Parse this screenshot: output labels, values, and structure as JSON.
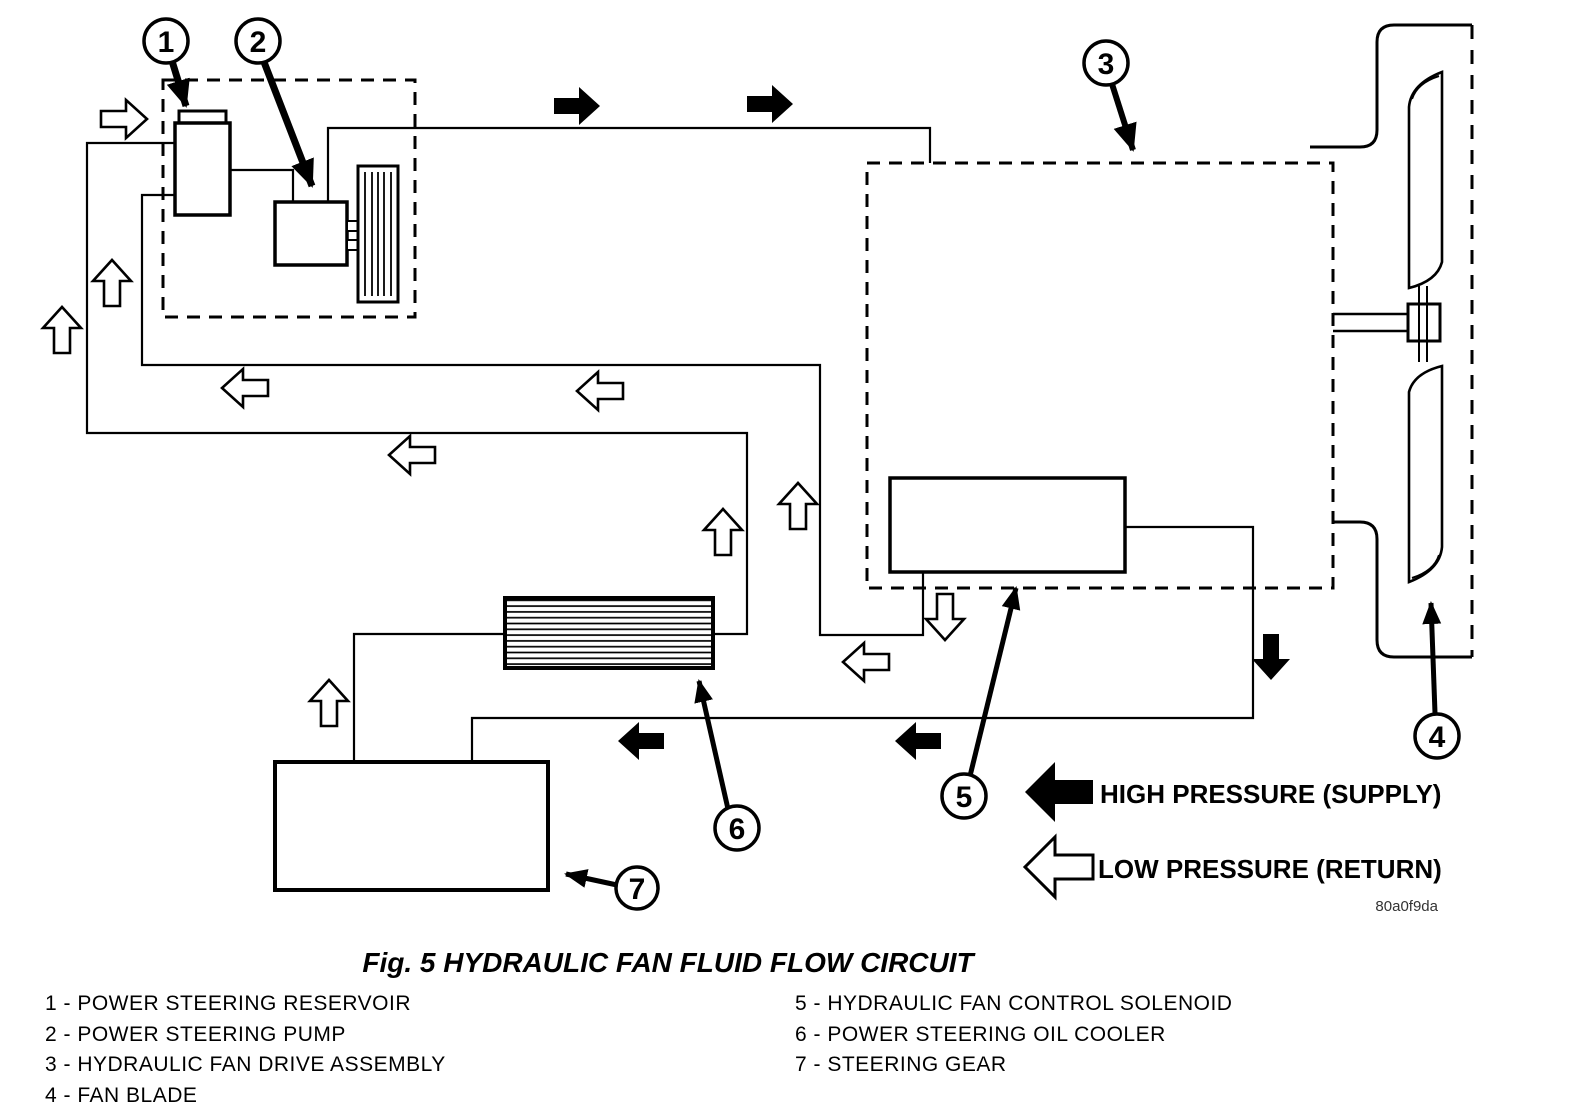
{
  "figure": {
    "title": "Fig. 5 HYDRAULIC FAN FLUID FLOW CIRCUIT",
    "drawing_code": "80a0f9da"
  },
  "flow_legend": {
    "high_pressure": "HIGH PRESSURE (SUPPLY)",
    "low_pressure": "LOW PRESSURE (RETURN)"
  },
  "callouts": [
    "1",
    "2",
    "3",
    "4",
    "5",
    "6",
    "7"
  ],
  "legend": {
    "left": [
      "1 - POWER STEERING RESERVOIR",
      "2 - POWER STEERING PUMP",
      "3 - HYDRAULIC FAN DRIVE ASSEMBLY",
      "4 - FAN BLADE"
    ],
    "right": [
      "5 - HYDRAULIC FAN CONTROL SOLENOID",
      "6 - POWER STEERING OIL COOLER",
      "7 - STEERING GEAR"
    ]
  },
  "components": {
    "reservoir": "POWER STEERING RESERVOIR",
    "pump": "POWER STEERING PUMP",
    "fan_drive_assembly": "HYDRAULIC FAN DRIVE ASSEMBLY",
    "fan_blade": "FAN BLADE",
    "solenoid": "HYDRAULIC FAN CONTROL SOLENOID",
    "oil_cooler": "POWER STEERING OIL COOLER",
    "steering_gear": "STEERING GEAR"
  },
  "colors": {
    "line": "#000000",
    "background": "#ffffff",
    "high_pressure_arrow": "#000000",
    "low_pressure_arrow": "#ffffff"
  }
}
